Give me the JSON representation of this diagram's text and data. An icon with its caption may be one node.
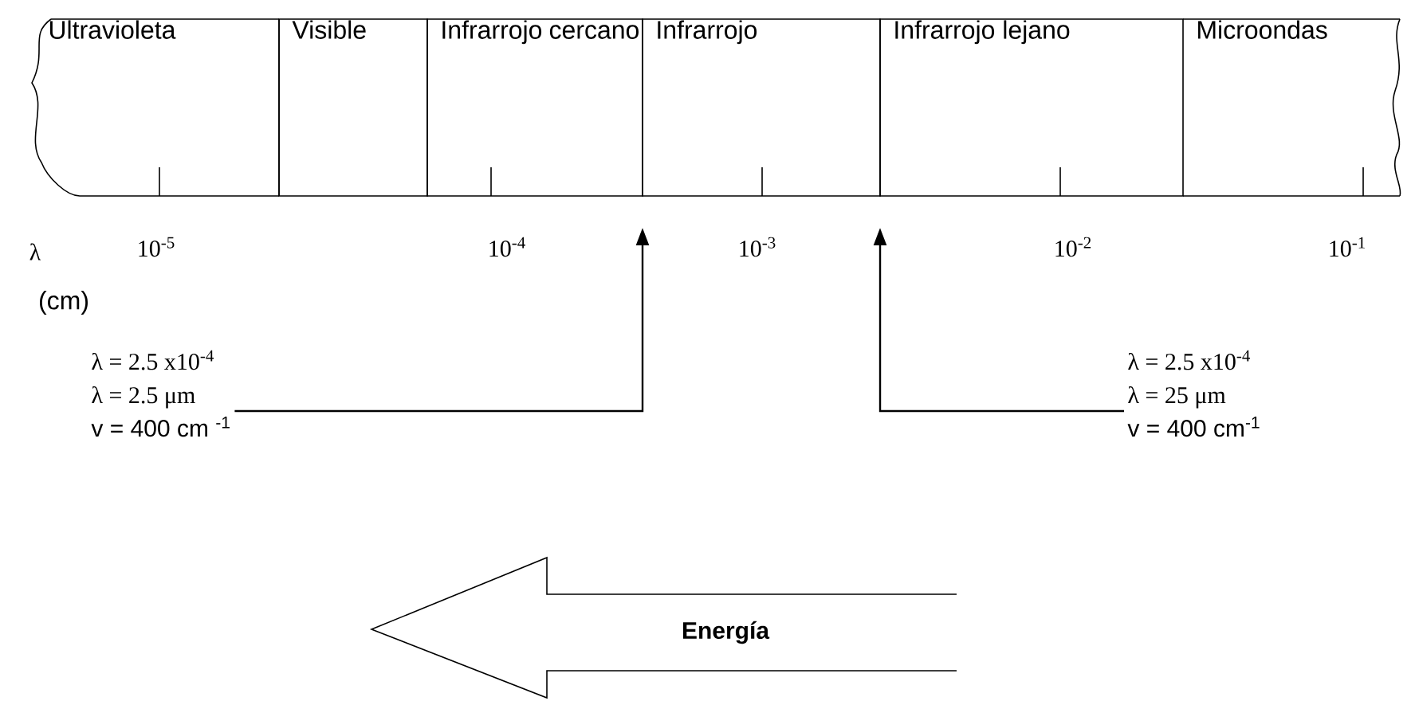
{
  "diagram": {
    "nodes": [
      {
        "text": [
          "Ultravioleta"
        ]
      },
      {
        "text": [
          "Visible"
        ]
      },
      {
        "text": [
          "Infrarrojo cercano"
        ]
      },
      {
        "text": [
          "Infrarrojo"
        ]
      },
      {
        "text": [
          "Infrarrojo lejano"
        ]
      },
      {
        "text": [
          "Microondas"
        ]
      },
      {
        "text": [
          "λ = 2.5 x10$^{-4}$",
          "λ = 2.5 μm",
          "v = 400 cm $^{-1}$"
        ]
      },
      {
        "text": [
          "λ = 2.5 x10$^{-4}$",
          "λ = 25 μm",
          "v = 400 cm$^{-1}$"
        ]
      },
      {
        "text": [
          "Energía"
        ]
      }
    ],
    "edges": [
      {
        "from": 6,
        "to": null,
        "arrow": "to"
      },
      {
        "from": 7,
        "to": null,
        "arrow": "to"
      }
    ],
    "labels": [
      "λ",
      "10$^{-5}$",
      "10$^{-4}$",
      "10$^{-3}$",
      "10$^{-2}$",
      "10$^{-1}$",
      "(cm)"
    ]
  }
}
